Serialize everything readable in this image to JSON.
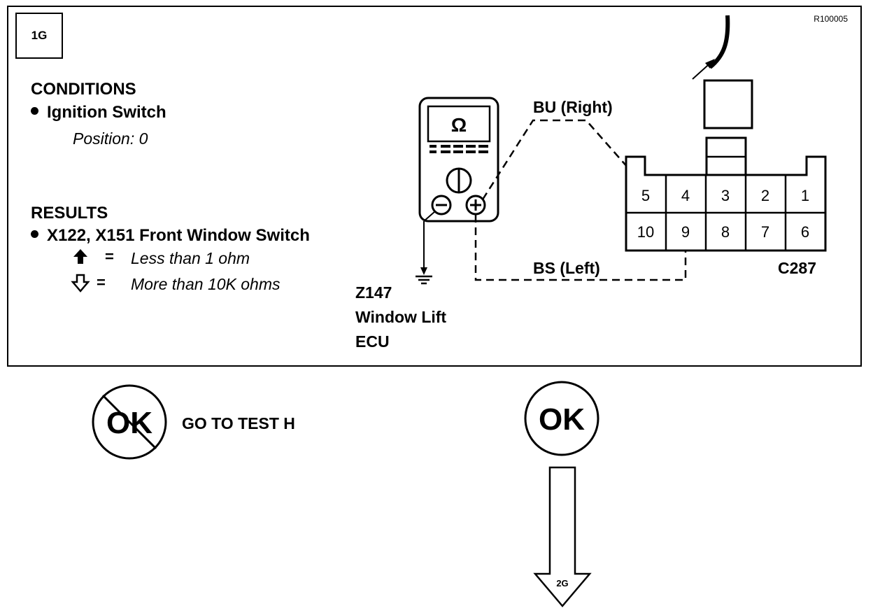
{
  "step_id": "1G",
  "ref_code": "R100005",
  "conditions": {
    "heading": "CONDITIONS",
    "item": "Ignition Switch",
    "position": "Position: 0"
  },
  "results": {
    "heading": "RESULTS",
    "item": "X122, X151 Front Window Switch",
    "up_text": "Less than 1 ohm",
    "down_text": "More than 10K ohms",
    "equals": "="
  },
  "meter": {
    "symbol": "Ω"
  },
  "ecu": {
    "line1": "Z147",
    "line2": "Window Lift",
    "line3": "ECU"
  },
  "wires": {
    "top": "BU (Right)",
    "bottom": "BS  (Left)"
  },
  "connector": {
    "name": "C287",
    "top_row": [
      "5",
      "4",
      "3",
      "2",
      "1"
    ],
    "bottom_row": [
      "10",
      "9",
      "8",
      "7",
      "6"
    ]
  },
  "outcomes": {
    "not_ok_label": "OK",
    "not_ok_action": "GO TO TEST H",
    "ok_label": "OK",
    "next_step": "2G"
  }
}
